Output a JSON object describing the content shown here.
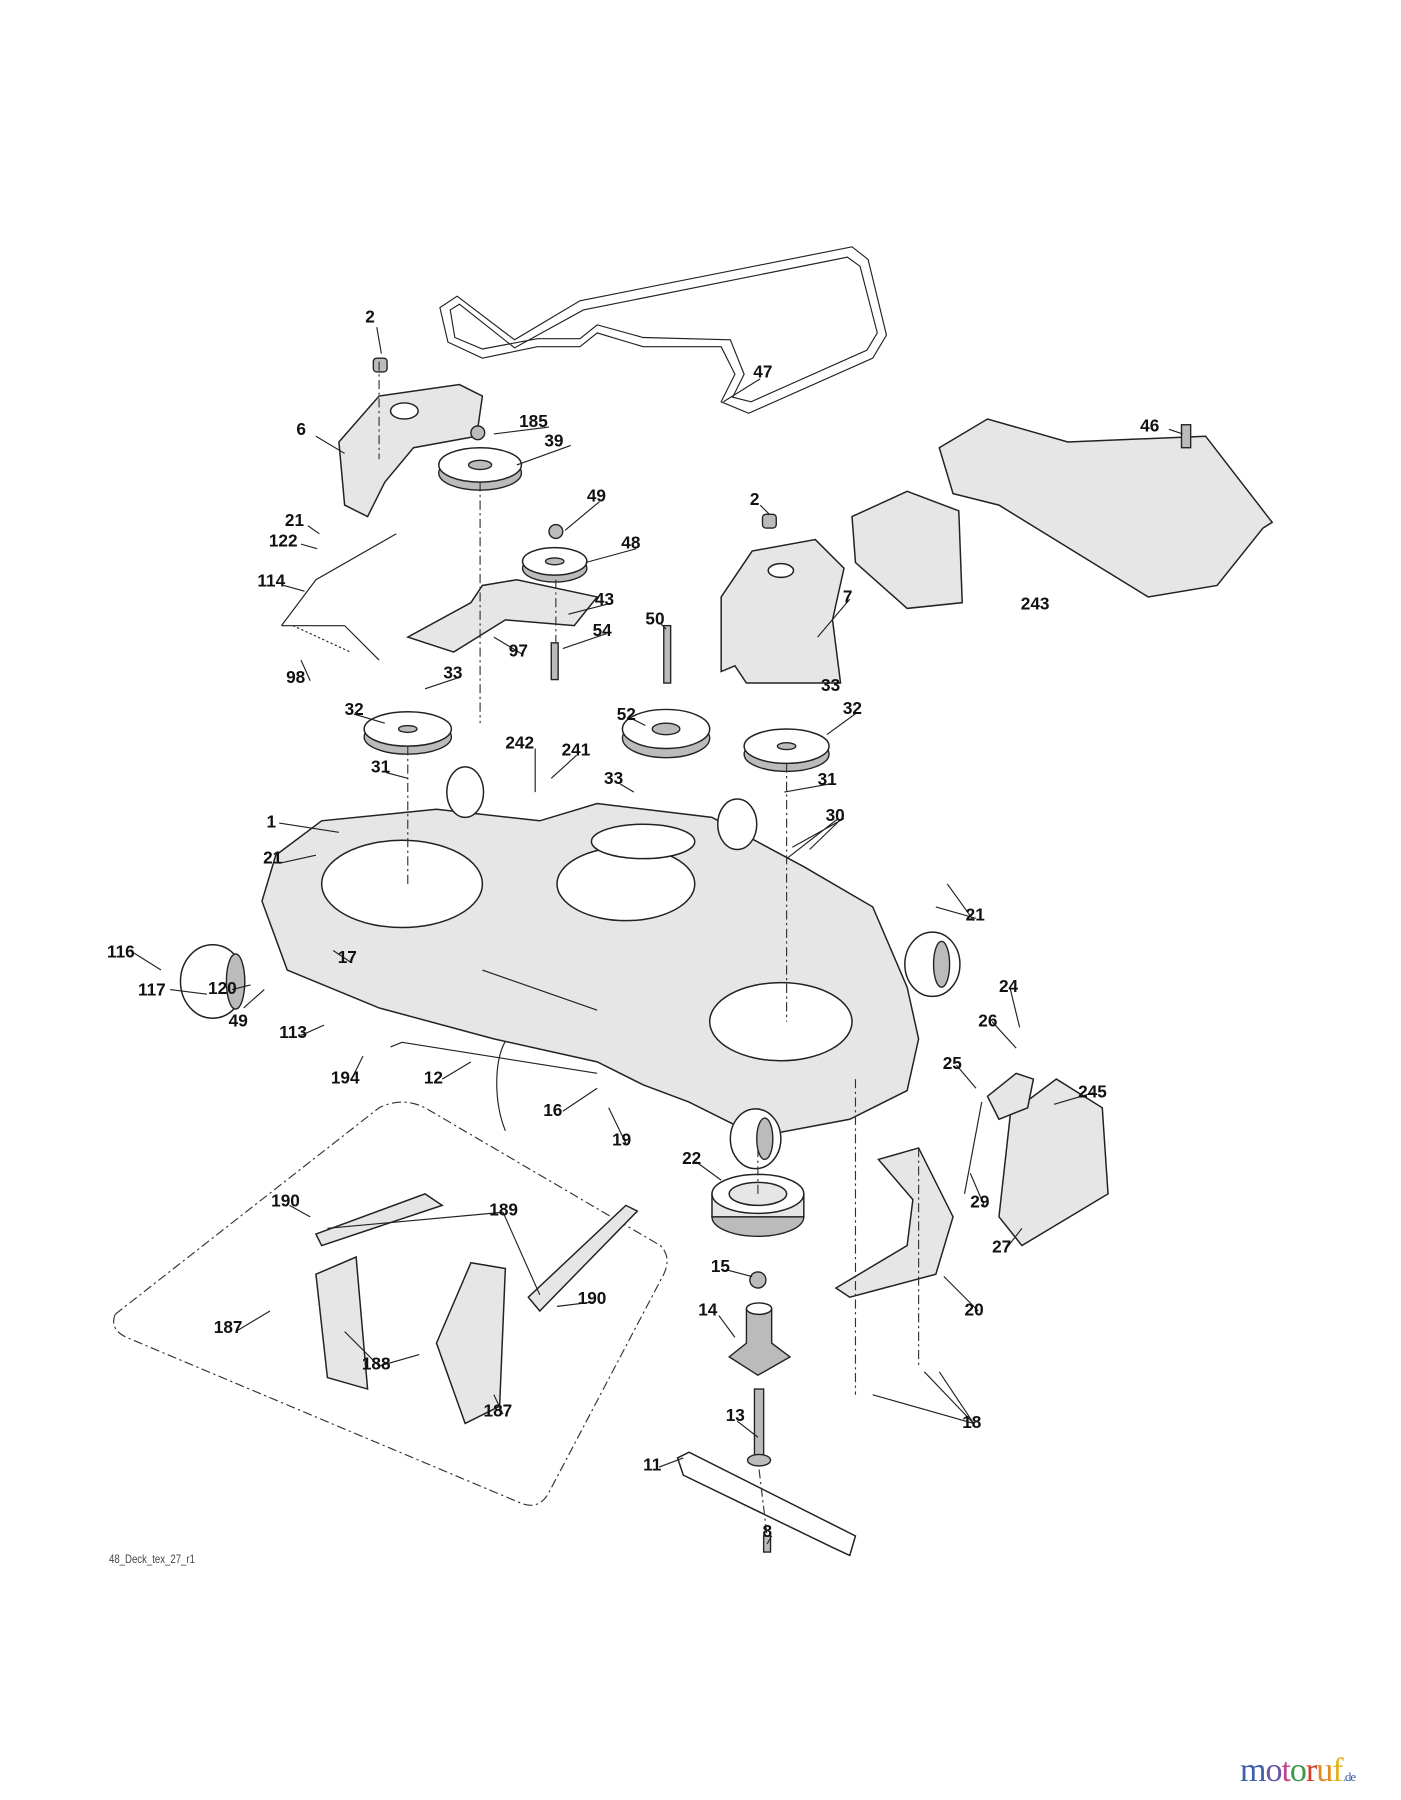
{
  "diagram": {
    "labels": [
      "2",
      "6",
      "185",
      "39",
      "47",
      "46",
      "49",
      "48",
      "21",
      "122",
      "114",
      "43",
      "54",
      "50",
      "2",
      "7",
      "243",
      "98",
      "97",
      "33",
      "33",
      "32",
      "52",
      "32",
      "242",
      "241",
      "33",
      "31",
      "31",
      "30",
      "1",
      "21",
      "21",
      "116",
      "17",
      "117",
      "120",
      "49",
      "113",
      "194",
      "12",
      "24",
      "26",
      "25",
      "245",
      "16",
      "19",
      "22",
      "29",
      "27",
      "15",
      "20",
      "14",
      "190",
      "189",
      "190",
      "187",
      "188",
      "187",
      "18",
      "13",
      "11",
      "8"
    ],
    "drawing_id": "48_Deck_tex_27_r1"
  },
  "logo": {
    "letters": [
      "m",
      "o",
      "t",
      "o",
      "r",
      "u",
      "f"
    ],
    "suffix": ".de",
    "colors": [
      "#3f5fae",
      "#6a55a6",
      "#c0448a",
      "#3b9a4a",
      "#d2402f",
      "#e08a1e",
      "#e2b21c"
    ]
  }
}
